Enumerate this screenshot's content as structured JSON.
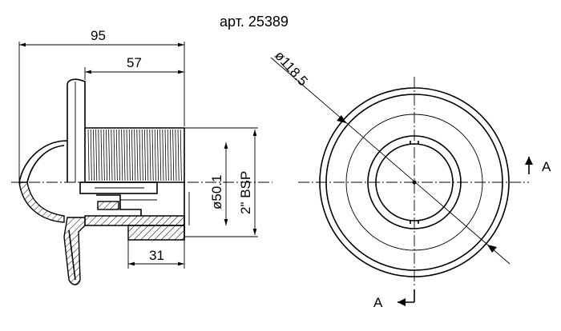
{
  "title": "арт. 25389",
  "dimensions": {
    "overall_length": "95",
    "body_length": "57",
    "flange_thread_length": "31",
    "bore_diameter": "ø50.1",
    "thread_size": "2\" BSP",
    "face_diameter": "ø118.5"
  },
  "section_marks": {
    "right": "A",
    "bottom": "A"
  }
}
